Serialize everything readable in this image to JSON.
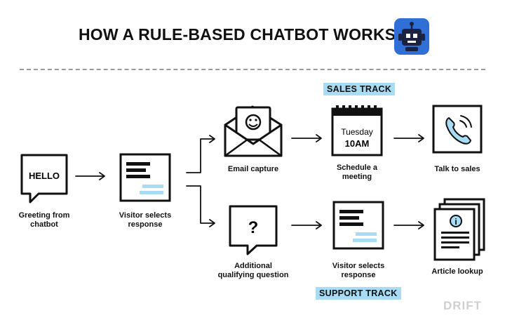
{
  "title": "HOW A RULE-BASED CHATBOT WORKS",
  "tracks": {
    "sales": "SALES TRACK",
    "support": "SUPPORT TRACK"
  },
  "nodes": {
    "greeting": {
      "bubble_text": "HELLO",
      "label": "Greeting from\nchatbot"
    },
    "visitor_response": {
      "label": "Visitor selects\nresponse"
    },
    "email_capture": {
      "label": "Email capture"
    },
    "schedule": {
      "day": "Tuesday",
      "time": "10AM",
      "label": "Schedule a\nmeeting"
    },
    "talk_sales": {
      "label": "Talk to sales"
    },
    "qualifying": {
      "glyph": "?",
      "label": "Additional\nqualifying question"
    },
    "support_response": {
      "label": "Visitor selects\nresponse"
    },
    "article": {
      "glyph": "i",
      "label": "Article lookup"
    }
  },
  "brand": "DRIFT",
  "colors": {
    "accent": "#a8dcf5",
    "robot_bg": "#2f6fd6",
    "robot_body": "#1b2240",
    "ink": "#111111"
  }
}
